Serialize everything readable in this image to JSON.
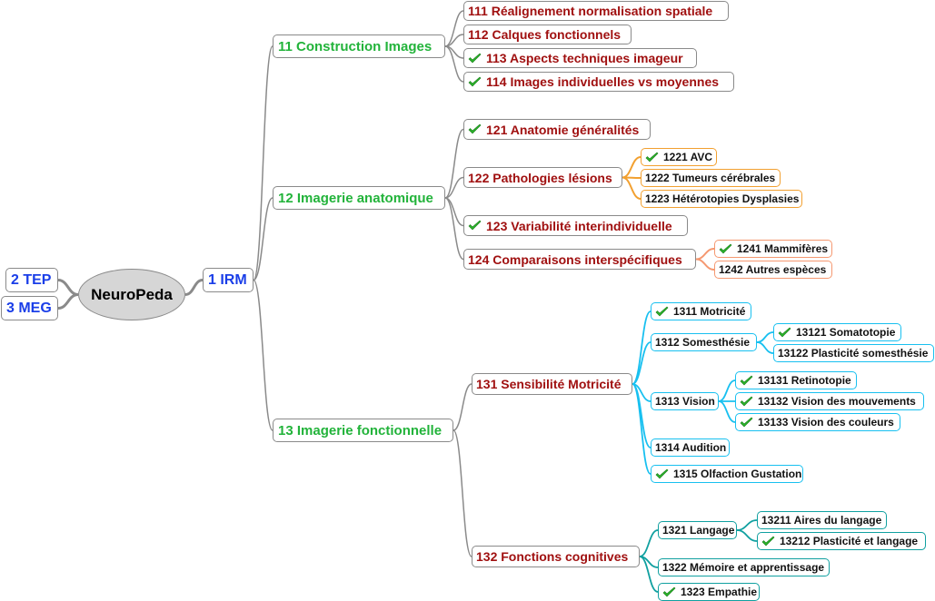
{
  "root": {
    "label": "NeuroPeda"
  },
  "left": [
    {
      "label": "2 TEP"
    },
    {
      "label": "3 MEG"
    }
  ],
  "main": {
    "label": "1 IRM"
  },
  "sections": [
    {
      "label": "11 Construction Images",
      "children": [
        {
          "label": "111 Réalignement normalisation spatiale",
          "checked": false
        },
        {
          "label": "112 Calques fonctionnels",
          "checked": false
        },
        {
          "label": "113 Aspects techniques imageur",
          "checked": true
        },
        {
          "label": "114 Images individuelles vs moyennes",
          "checked": true
        }
      ]
    },
    {
      "label": "12 Imagerie anatomique",
      "children": [
        {
          "label": "121 Anatomie généralités",
          "checked": true
        },
        {
          "label": "122 Pathologies lésions",
          "checked": false,
          "children": [
            {
              "label": "1221 AVC",
              "checked": true
            },
            {
              "label": "1222 Tumeurs cérébrales",
              "checked": false
            },
            {
              "label": "1223 Hétérotopies Dysplasies",
              "checked": false
            }
          ]
        },
        {
          "label": "123 Variabilité interindividuelle",
          "checked": true
        },
        {
          "label": "124 Comparaisons interspécifiques",
          "checked": false,
          "children": [
            {
              "label": "1241 Mammifères",
              "checked": true
            },
            {
              "label": "1242 Autres espèces",
              "checked": false
            }
          ]
        }
      ]
    },
    {
      "label": "13 Imagerie fonctionnelle",
      "children": [
        {
          "label": "131 Sensibilité Motricité",
          "checked": false,
          "children": [
            {
              "label": "1311 Motricité",
              "checked": true
            },
            {
              "label": "1312 Somesthésie",
              "checked": false,
              "children": [
                {
                  "label": "13121 Somatotopie",
                  "checked": true
                },
                {
                  "label": "13122 Plasticité somesthésie",
                  "checked": false
                }
              ]
            },
            {
              "label": "1313 Vision",
              "checked": false,
              "children": [
                {
                  "label": "13131 Retinotopie",
                  "checked": true
                },
                {
                  "label": "13132 Vision des mouvements",
                  "checked": true
                },
                {
                  "label": "13133 Vision des couleurs",
                  "checked": true
                }
              ]
            },
            {
              "label": "1314 Audition",
              "checked": false
            },
            {
              "label": "1315 Olfaction Gustation",
              "checked": true
            }
          ]
        },
        {
          "label": "132 Fonctions cognitives",
          "checked": false,
          "children": [
            {
              "label": "1321 Langage",
              "checked": false,
              "children": [
                {
                  "label": "13211 Aires du langage",
                  "checked": false
                },
                {
                  "label": "13212 Plasticité et langage",
                  "checked": true
                }
              ]
            },
            {
              "label": "1322 Mémoire et apprentissage",
              "checked": false
            },
            {
              "label": "1323 Empathie",
              "checked": true
            }
          ]
        }
      ]
    }
  ],
  "colors": {
    "root_fill": "#d6d6d6",
    "main_text": "#1a3ee8",
    "level1_text": "#22b33a",
    "level2_text": "#a01010",
    "link_gray": "#8a8a8a",
    "link_orange": "#f2a030",
    "link_salmon": "#f59870",
    "link_cyan": "#18c0f0",
    "link_teal": "#10a0a0",
    "check_green": "#2ab52a"
  },
  "icons": {
    "done": "check-mark-icon"
  }
}
